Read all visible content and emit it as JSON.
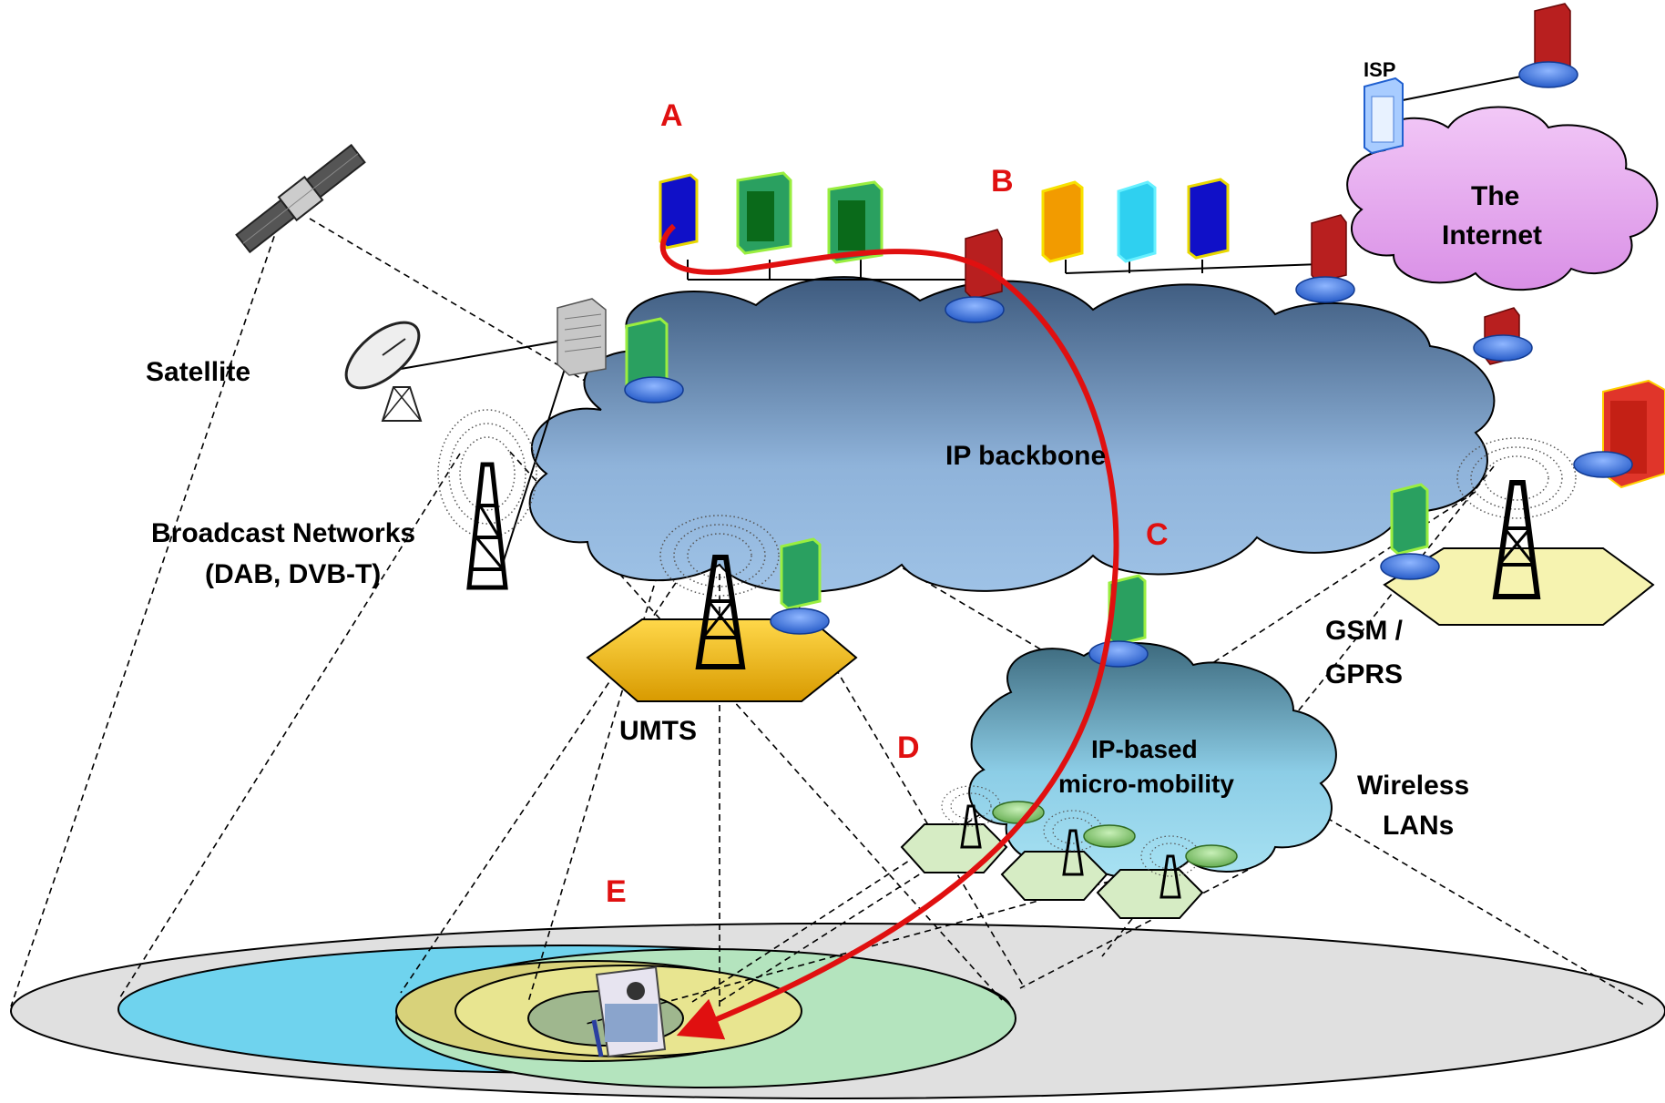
{
  "labels": {
    "satellite": "Satellite",
    "broadcast_line1": "Broadcast Networks",
    "broadcast_line2": "(DAB, DVB-T)",
    "umts": "UMTS",
    "ip_backbone": "IP backbone",
    "internet_line1": "The",
    "internet_line2": "Internet",
    "isp": "ISP",
    "gsm_line1": "GSM /",
    "gsm_line2": "GPRS",
    "micro_line1": "IP-based",
    "micro_line2": "micro-mobility",
    "wlan_line1": "Wireless",
    "wlan_line2": "LANs"
  },
  "markers": [
    "A",
    "B",
    "C",
    "D",
    "E"
  ],
  "colors": {
    "route_path": "#e01010",
    "backbone_cloud": "#8fb3da",
    "internet_cloud": "#e3a4ee",
    "micro_cloud": "#9ed4ea",
    "umts_cell": "#f2b800",
    "gsm_cell": "#f6f3b0",
    "wlan_cell": "#d6ecc4",
    "coverage_outer": "#e0e0e0",
    "coverage_broadcast": "#6fd3ee",
    "coverage_gsm": "#b4e4be",
    "coverage_umts": "#d8d27a",
    "router": "#2f6fdc",
    "firewall": "#b81f1f"
  },
  "icons": [
    "satellite-icon",
    "satellite-dish-icon",
    "broadcast-tower-icon",
    "rack-server-icon",
    "router-icon",
    "firewall-icon",
    "server-icon",
    "isp-server-icon",
    "mobile-device-icon",
    "cell-tower-icon",
    "access-point-icon"
  ]
}
